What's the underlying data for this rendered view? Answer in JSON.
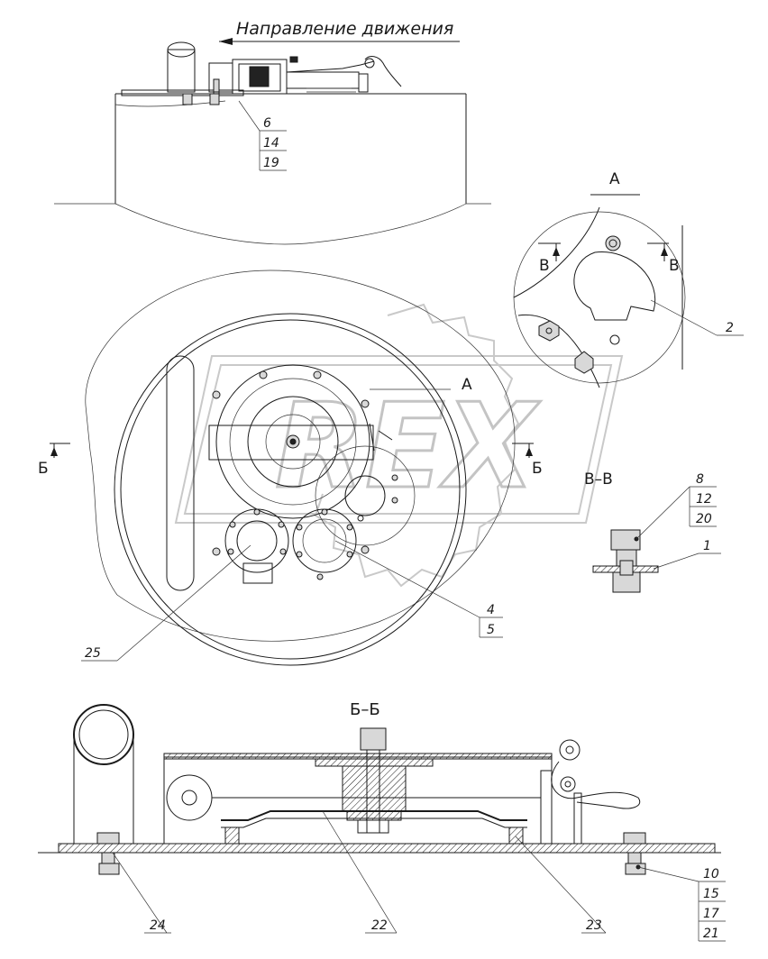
{
  "header": {
    "direction_label": "Направление движения"
  },
  "views": {
    "detail_a_label": "А",
    "detail_a_label_plan": "А",
    "section_b_label": "Б",
    "section_v_label": "В",
    "section_vv_title": "В–В",
    "section_bb_title": "Б–Б"
  },
  "callouts": {
    "c6": "6",
    "c14": "14",
    "c19": "19",
    "c2": "2",
    "c8": "8",
    "c12": "12",
    "c20": "20",
    "c1": "1",
    "c4": "4",
    "c5": "5",
    "c25": "25",
    "c24": "24",
    "c22": "22",
    "c23": "23",
    "c10": "10",
    "c15": "15",
    "c17": "17",
    "c21": "21"
  },
  "watermark": {
    "text": "REX"
  }
}
